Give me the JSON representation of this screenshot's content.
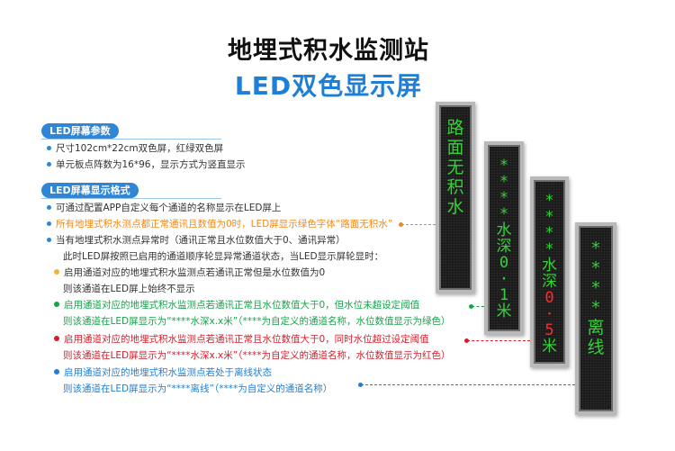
{
  "title": "地埋式积水监测站",
  "subtitle": "LED双色显示屏",
  "params_section": {
    "label": "LED屏幕参数",
    "items": [
      "尺寸102cm*22cm双色屏，红绿双色屏",
      "单元板点阵数为16*96，显示方式为竖直显示"
    ]
  },
  "format_section": {
    "label": "LED屏幕显示格式",
    "item1": "可通过配置APP自定义每个通道的名称显示在LED屏上",
    "item2": "所有地埋式积水测点都正常通讯且数值为0时，LED屏显示绿色字体“路面无积水”",
    "item3": "当有地埋式积水测点异常时（通讯正常且水位数值大于0、通讯异常）",
    "item3_note": "此时LED屏按照已启用的通道顺序轮显异常通道状态，当LED显示屏轮显时：",
    "sub1_a": "启用通道对应的地埋式积水监测点若通讯正常但是水位数值为0",
    "sub1_b": "则该通道在LED屏上始终不显示",
    "sub2_a": "启用通道对应的地埋式积水监测点若通讯正常且水位数值大于0，但水位未超设定阈值",
    "sub2_b": "则该通道在LED屏显示为“****水深x.x米”（****为自定义的通道名称，水位数值显示为绿色）",
    "sub3_a": "启用通道对应的地埋式积水监测点若通讯正常且水位数值大于0，同时水位超过设定阈值",
    "sub3_b": "则该通道在LED屏显示为“****水深x.x米”（****为自定义的通道名称，水位数值显示为红色）",
    "sub4_a": "启用通道对应的地埋式积水监测点若处于离线状态",
    "sub4_b": "则该通道在LED屏显示为“****离线”（****为自定义的通道名称）"
  },
  "colors": {
    "accent": "#1e7fd6",
    "orange": "#f08a1c",
    "green": "#16a34a",
    "red": "#d21f2b",
    "led_green": "#36d13a",
    "led_red": "#ff2a2a"
  },
  "screens": {
    "s1": [
      "路",
      "面",
      "无",
      "积",
      "水"
    ],
    "s2": [
      "*",
      "*",
      "*",
      "*",
      "水",
      "深",
      "0",
      "·",
      "1",
      "米"
    ],
    "s3_name": [
      "*",
      "*",
      "*",
      "*",
      "水",
      "深"
    ],
    "s3_value": [
      "0",
      "·",
      "5"
    ],
    "s3_unit": [
      "米"
    ],
    "s4": [
      "*",
      "*",
      "*",
      "*",
      "离",
      "线"
    ]
  }
}
